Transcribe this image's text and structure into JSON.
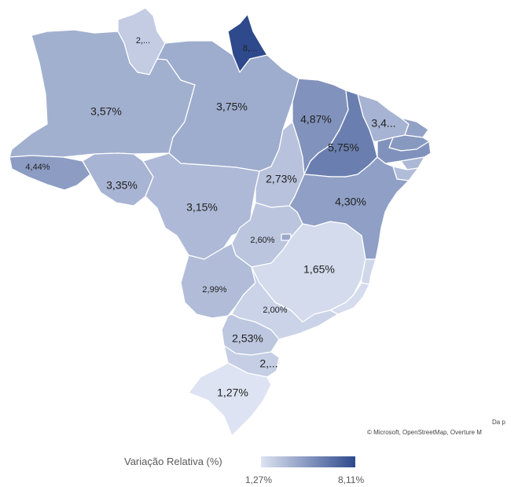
{
  "map": {
    "legend": {
      "title": "Variação Relativa (%)",
      "min_label": "1,27%",
      "max_label": "8,11%",
      "min_value": 1.27,
      "max_value": 8.11,
      "color_low": "#dde3f2",
      "color_high": "#2e4a8c"
    },
    "attribution": {
      "source_fragment": "Da p",
      "credits": "© Microsoft, OpenStreetMap, Overture M"
    },
    "regions": [
      {
        "id": "rr",
        "label": "2,...",
        "value": 2.3
      },
      {
        "id": "ap",
        "label": "8,...",
        "value": 8.11
      },
      {
        "id": "am",
        "label": "3,57%",
        "value": 3.57
      },
      {
        "id": "pa",
        "label": "3,75%",
        "value": 3.75
      },
      {
        "id": "ac",
        "label": "4,44%",
        "value": 4.44
      },
      {
        "id": "ro",
        "label": "3,35%",
        "value": 3.35
      },
      {
        "id": "mt",
        "label": "3,15%",
        "value": 3.15
      },
      {
        "id": "to",
        "label": "2,73%",
        "value": 2.73
      },
      {
        "id": "ma",
        "label": "4,87%",
        "value": 4.87
      },
      {
        "id": "pi",
        "label": "5,75%",
        "value": 5.75
      },
      {
        "id": "ce",
        "label": "3,4...",
        "value": 3.4
      },
      {
        "id": "rn",
        "label": "",
        "value": 4.2
      },
      {
        "id": "pb",
        "label": "",
        "value": 4.6
      },
      {
        "id": "pe",
        "label": "",
        "value": 4.9
      },
      {
        "id": "al",
        "label": "",
        "value": 3.2
      },
      {
        "id": "se",
        "label": "",
        "value": 3.0
      },
      {
        "id": "ba",
        "label": "4,30%",
        "value": 4.3
      },
      {
        "id": "go",
        "label": "2,60%",
        "value": 2.6
      },
      {
        "id": "df",
        "label": "",
        "value": 3.9
      },
      {
        "id": "mg",
        "label": "1,65%",
        "value": 1.65
      },
      {
        "id": "es",
        "label": "",
        "value": 1.8
      },
      {
        "id": "rj",
        "label": "",
        "value": 1.6
      },
      {
        "id": "ms",
        "label": "2,99%",
        "value": 2.99
      },
      {
        "id": "sp",
        "label": "2,00%",
        "value": 2.0
      },
      {
        "id": "pr",
        "label": "2,53%",
        "value": 2.53
      },
      {
        "id": "sc",
        "label": "2,...",
        "value": 2.2
      },
      {
        "id": "rs",
        "label": "1,27%",
        "value": 1.27
      }
    ]
  }
}
